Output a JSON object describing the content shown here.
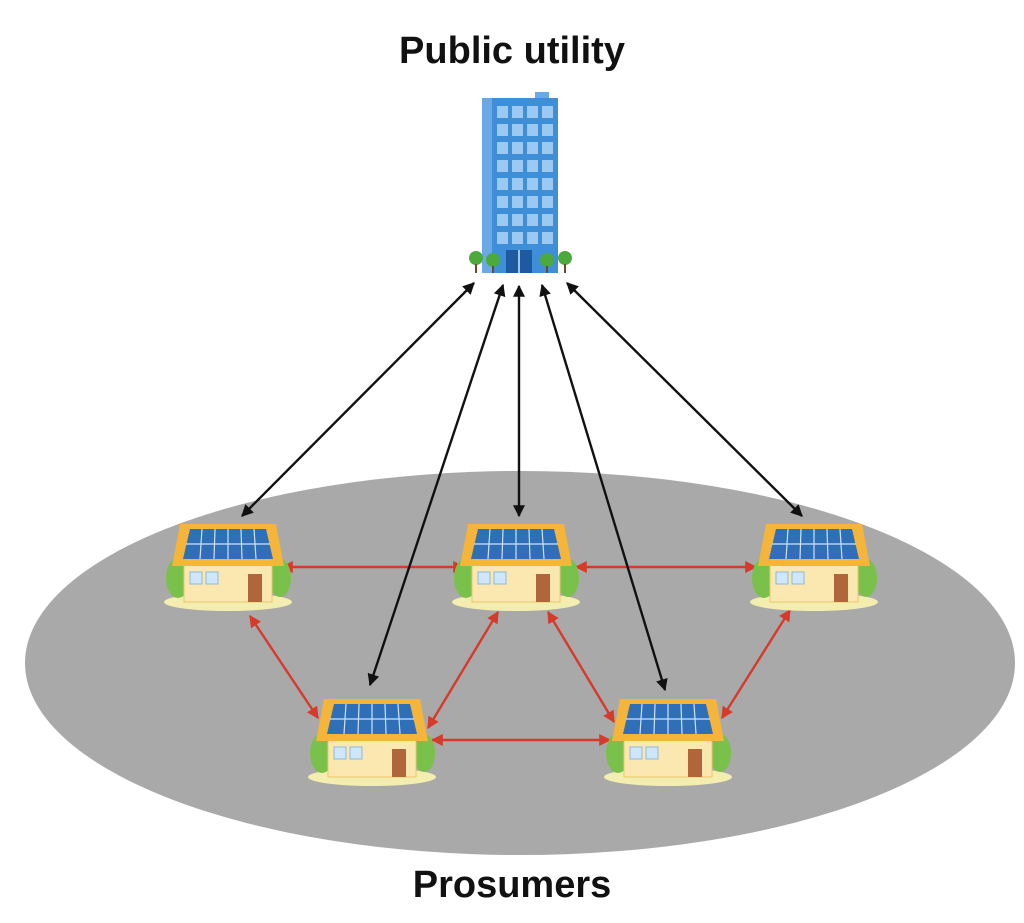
{
  "diagram": {
    "top_label": "Public utility",
    "bottom_label": "Prosumers",
    "nodes": [
      {
        "id": "utility",
        "kind": "office-building"
      },
      {
        "id": "house-1",
        "kind": "solar-house"
      },
      {
        "id": "house-2",
        "kind": "solar-house"
      },
      {
        "id": "house-3",
        "kind": "solar-house"
      },
      {
        "id": "house-4",
        "kind": "solar-house"
      },
      {
        "id": "house-5",
        "kind": "solar-house"
      }
    ],
    "utility_links": [
      {
        "from": "utility",
        "to": "house-1",
        "direction": "both"
      },
      {
        "from": "utility",
        "to": "house-2",
        "direction": "both"
      },
      {
        "from": "utility",
        "to": "house-3",
        "direction": "both"
      },
      {
        "from": "utility",
        "to": "house-4",
        "direction": "both"
      },
      {
        "from": "utility",
        "to": "house-5",
        "direction": "both"
      }
    ],
    "peer_links": [
      {
        "from": "house-1",
        "to": "house-2",
        "direction": "both"
      },
      {
        "from": "house-2",
        "to": "house-3",
        "direction": "both"
      },
      {
        "from": "house-1",
        "to": "house-4",
        "direction": "both"
      },
      {
        "from": "house-4",
        "to": "house-2",
        "direction": "both"
      },
      {
        "from": "house-2",
        "to": "house-5",
        "direction": "both"
      },
      {
        "from": "house-5",
        "to": "house-3",
        "direction": "both"
      },
      {
        "from": "house-4",
        "to": "house-5",
        "direction": "both"
      }
    ],
    "colors": {
      "utility_link": "#111111",
      "peer_link": "#d63a2a",
      "ground": "#a9a9a9",
      "building": "#3f8fd8",
      "roof": "#f5b43a",
      "solar_panel": "#2f6fb8",
      "wall": "#fbe8b0",
      "door": "#b0663a",
      "bush": "#79c14a"
    }
  }
}
